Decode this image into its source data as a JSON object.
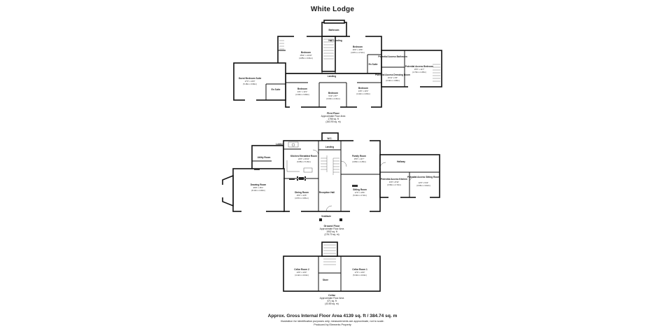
{
  "title": "White Lodge",
  "first_floor": {
    "caption_title": "First Floor",
    "caption_lines": [
      "Approximate Floor Area",
      "1766 sq. ft",
      "(163.90 sq. m)"
    ],
    "rooms": {
      "bathroom_top": {
        "name": "Bathroom",
        "dims": []
      },
      "half_landing": {
        "name": "Half Landing",
        "dims": []
      },
      "bedroom_left": {
        "name": "Bedroom",
        "dims": [
          "15'11\" x 11'10\"",
          "(4.85m x 3.61m)"
        ]
      },
      "bedroom_right": {
        "name": "Bedroom",
        "dims": [
          "16'0\" x 15'6\"",
          "(4.87m x 4.72m)"
        ]
      },
      "potential_bathroom": {
        "name": "Potential Access Bathroom",
        "dims": []
      },
      "en_suite_right": {
        "name": "En Suite",
        "dims": []
      },
      "potential_dressing": {
        "name": "Potential Access Dressing Room",
        "dims": [
          "10'11\" x 6'6\"",
          "(3.32m x 1.98m)"
        ]
      },
      "potential_bedroom": {
        "name": "Potential Access Bedroom",
        "dims": [
          "15'5\" x 14'7\"",
          "(4.70m x 4.45m)"
        ]
      },
      "guest_suite": {
        "name": "Guest Bedroom Suite",
        "dims": [
          "17'0\" x 13'0\"",
          "(5.18m x 3.96m)"
        ]
      },
      "en_suite_left": {
        "name": "En Suite",
        "dims": []
      },
      "landing": {
        "name": "Landing",
        "dims": []
      },
      "bedroom_bl": {
        "name": "Bedroom",
        "dims": [
          "14'1\" x 12'1\"",
          "(4.30m x 3.69m)"
        ]
      },
      "bedroom_bm": {
        "name": "Bedroom",
        "dims": [
          "9'10\" x 8'7\"",
          "(3.00m x 2.61m)"
        ]
      },
      "bedroom_br": {
        "name": "Bedroom",
        "dims": [
          "14'6\" x 13'4\"",
          "(4.42m x 4.06m)"
        ]
      }
    }
  },
  "ground_floor": {
    "caption_title": "Ground Floor",
    "caption_lines": [
      "Approximate Floor Area",
      "1902 sq. ft",
      "(176.70 sq. m)"
    ],
    "rooms": {
      "utility": {
        "name": "Utility Room",
        "dims": []
      },
      "lobby": {
        "name": "Lobby",
        "dims": []
      },
      "wc": {
        "name": "W.C.",
        "dims": []
      },
      "landing": {
        "name": "Landing",
        "dims": []
      },
      "kitchen": {
        "name": "Kitchen/ Breakfast Room",
        "dims": [
          "22'6\" x 16'11\"",
          "(6.86m x 5.16m)"
        ]
      },
      "family": {
        "name": "Family Room",
        "dims": [
          "15'9\" x 14'7\"",
          "(4.80m x 4.45m)"
        ]
      },
      "hallway": {
        "name": "Hallway",
        "dims": []
      },
      "drawing": {
        "name": "Drawing Room",
        "dims": [
          "26'8\" x 15'1\"",
          "(8.13m x 4.60m)"
        ]
      },
      "dining": {
        "name": "Dining Room",
        "dims": [
          "15'0\" x 12'6\"",
          "(4.57m x 3.81m)"
        ]
      },
      "reception": {
        "name": "Reception Hall",
        "dims": []
      },
      "sitting": {
        "name": "Sitting Room",
        "dims": [
          "17'6\" x 15'6\"",
          "(5.33m x 4.72m)"
        ]
      },
      "pa_kitchen": {
        "name": "Potential Access Kitchen",
        "dims": [
          "13'0\" x 8'11\"",
          "(3.96m x 2.72m)"
        ]
      },
      "pa_sitting": {
        "name": "Potential Access Sitting Room",
        "dims": [
          "12'0\" x 9'11\"",
          "(3.66m x 3.02m)"
        ]
      },
      "vestibule": {
        "name": "Vestibule",
        "dims": []
      }
    }
  },
  "cellar": {
    "caption_title": "Cellar",
    "caption_lines": [
      "Approximate Floor Area",
      "471 sq. ft",
      "(43.80 sq. m)"
    ],
    "rooms": {
      "cellar2": {
        "name": "Cellar Room 2",
        "dims": [
          "13'6\" x 13'3\"",
          "(4.12m x 4.04m)"
        ]
      },
      "cellar1": {
        "name": "Cellar Room 1",
        "dims": [
          "17'6\" x 13'3\"",
          "(5.33m x 4.04m)"
        ]
      },
      "store": {
        "name": "Store",
        "dims": []
      }
    }
  },
  "footer": {
    "gross": "Approx. Gross Internal Floor Area 4139 sq. ft / 384.74 sq. m",
    "note": "Illustration for identification purposes only, measurements are approximate, not to scale.",
    "credit": "Produced by Elements Property"
  }
}
